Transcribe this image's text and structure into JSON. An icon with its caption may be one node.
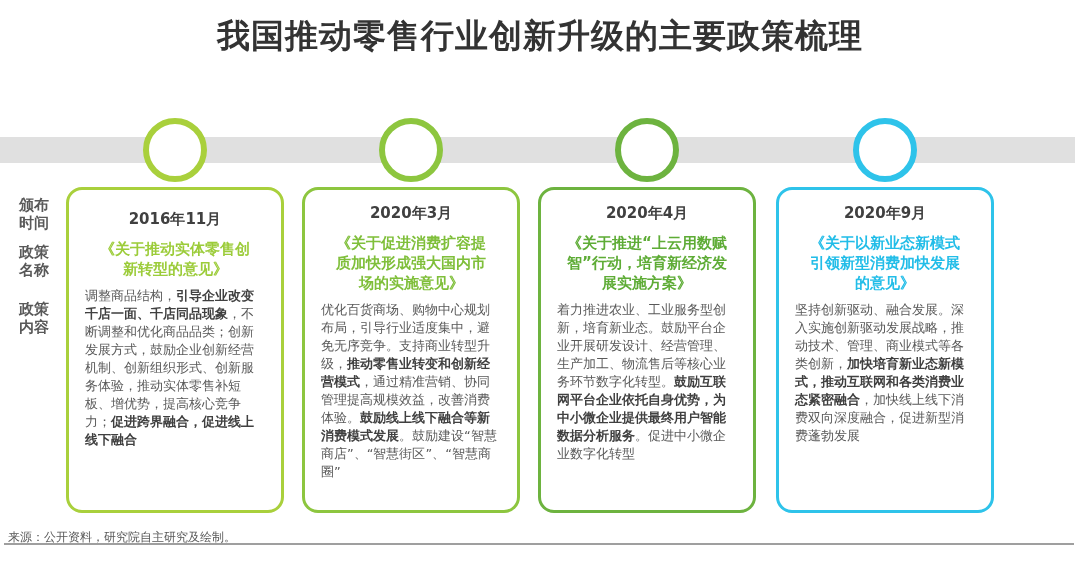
{
  "diagram": {
    "title": "我国推动零售行业创新升级的主要政策梳理",
    "nodes": [
      {
        "text": [
          "2016年11月",
          "《关于推动实体零售创新转型的意见》",
          "调整商品结构，**引导企业改变千店一面、千店同品现象**，不断调整和优化商品品类；创新发展方式，鼓励企业创新经营机制、创新组织形式、创新服务体验，推动实体零售补短板、增优势，提高核心竞争力；**促进跨界融合，促进线上线下融合**"
        ]
      },
      {
        "text": [
          "2020年3月",
          "《关于促进消费扩容提质加快形成强大国内市场的实施意见》",
          "优化百货商场、购物中心规划布局，引导行业适度集中，避免无序竞争。支持商业转型升级，**推动零售业转变和创新经营模式**，通过精准营销、协同管理提高规模效益，改善消费体验。**鼓励线上线下融合等新消费模式发展**。鼓励建设“智慧商店”、“智慧街区”、“智慧商圈”"
        ]
      },
      {
        "text": [
          "2020年4月",
          "《关于推进“上云用数赋智”行动，培育新经济发展实施方案》",
          "着力推进农业、工业服务型创新，培育新业态。鼓励平台企业开展研发设计、经营管理、生产加工、物流售后等核心业务环节数字化转型。**鼓励互联网平台企业依托自身优势，为中小微企业提供最终用户智能数据分析服务**。促进中小微企业数字化转型"
        ]
      },
      {
        "text": [
          "2020年9月",
          "《关于以新业态新模式引领新型消费加快发展的意见》",
          "坚持创新驱动、融合发展。深入实施创新驱动发展战略，推动技术、管理、商业模式等各类创新，**加快培育新业态新模式，推动互联网和各类消费业态紧密融合**，加快线上线下消费双向深度融合，促进新型消费蓬勃发展"
        ]
      }
    ],
    "labels": [
      "颁布时间",
      "政策名称",
      "政策内容",
      "来源：公开资料，研究院自主研究及绘制。"
    ]
  }
}
